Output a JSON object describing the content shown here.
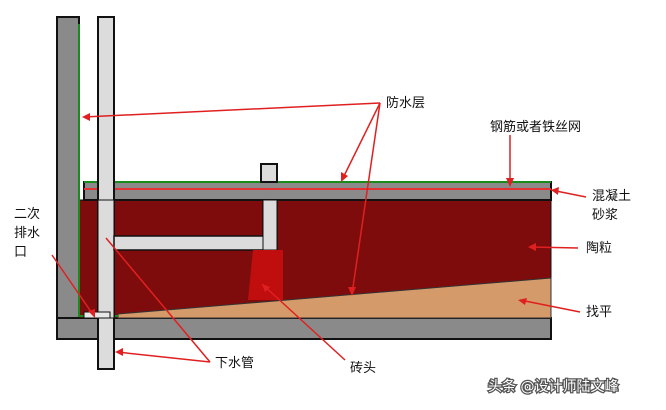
{
  "labels": {
    "waterproof": "防水层",
    "rebar": "钢筋或者铁丝网",
    "concrete": "混凝土",
    "mortar": "砂浆",
    "ceramsite": "陶粒",
    "leveling": "找平",
    "drain_pipe": "下水管",
    "brick": "砖头",
    "secondary_drain_1": "二次",
    "secondary_drain_2": "排水",
    "secondary_drain_3": "口"
  },
  "watermark": "头条 @设计师陆文峰",
  "colors": {
    "wall": "#8a8a8a",
    "slab": "#7f0c0c",
    "leveling": "#d49a6a",
    "rebar": "#e43232",
    "waterproof": "#1a8a1a",
    "pipe": "#dcdcdc",
    "brick": "#c00e0e",
    "leader": "#e02020"
  }
}
